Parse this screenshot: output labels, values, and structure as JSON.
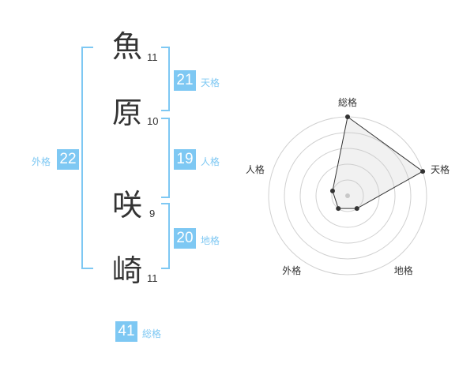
{
  "characters": [
    {
      "char": "魚",
      "strokes": "11"
    },
    {
      "char": "原",
      "strokes": "10"
    },
    {
      "char": "咲",
      "strokes": "9"
    },
    {
      "char": "崎",
      "strokes": "11"
    }
  ],
  "fortune": {
    "tenkaku": {
      "value": "21",
      "label": "天格"
    },
    "jinkaku": {
      "value": "19",
      "label": "人格"
    },
    "chikaku": {
      "value": "20",
      "label": "地格"
    },
    "gaikaku": {
      "value": "22",
      "label": "外格"
    },
    "soukaku": {
      "value": "41",
      "label": "総格"
    }
  },
  "colors": {
    "accent": "#7ec8f3",
    "text": "#333333",
    "grid": "#d0d0d0"
  },
  "chart_data": {
    "type": "radar",
    "axes": [
      "総格",
      "天格",
      "地格",
      "外格",
      "人格"
    ],
    "values": [
      5,
      5,
      1,
      1,
      1
    ],
    "max": 5,
    "rings": 5
  }
}
